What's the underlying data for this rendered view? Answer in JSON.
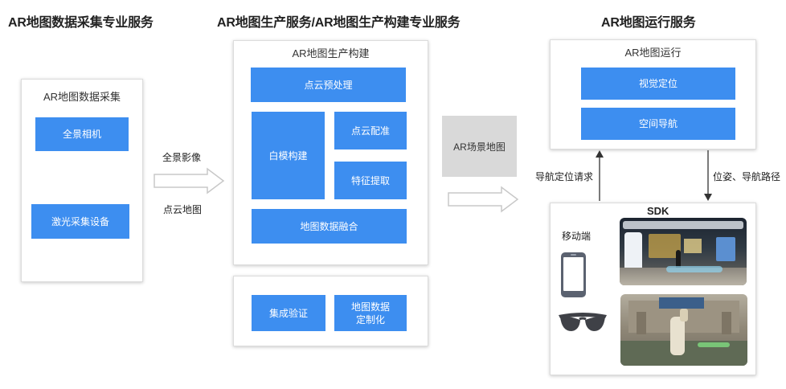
{
  "headings": {
    "collect": "AR地图数据采集专业服务",
    "produce": "AR地图生产服务/AR地图生产构建专业服务",
    "run": "AR地图运行服务"
  },
  "collect_panel": {
    "title": "AR地图数据采集",
    "items": [
      "全景相机",
      "激光采集设备"
    ]
  },
  "arrow1_labels": {
    "top": "全景影像",
    "bottom": "点云地图"
  },
  "build_panel": {
    "title": "AR地图生产构建",
    "preprocess": "点云预处理",
    "whitebox": "白模构建",
    "registration": "点云配准",
    "features": "特征提取",
    "fusion": "地图数据融合"
  },
  "verify_panel": {
    "verify": "集成验证",
    "customize": "地图数据\n定制化"
  },
  "scene_map": "AR场景地图",
  "run_panel": {
    "title": "AR地图运行",
    "items": [
      "视觉定位",
      "空间导航"
    ]
  },
  "links": {
    "request": "导航定位请求",
    "response": "位姿、导航路径"
  },
  "sdk_panel": {
    "title": "SDK",
    "mobile": "移动端",
    "icons": [
      "smartphone-icon",
      "ar-glasses-icon"
    ]
  },
  "colors": {
    "accent_blue": "#3d8ef0",
    "scene_gray": "#d9d9d9"
  }
}
